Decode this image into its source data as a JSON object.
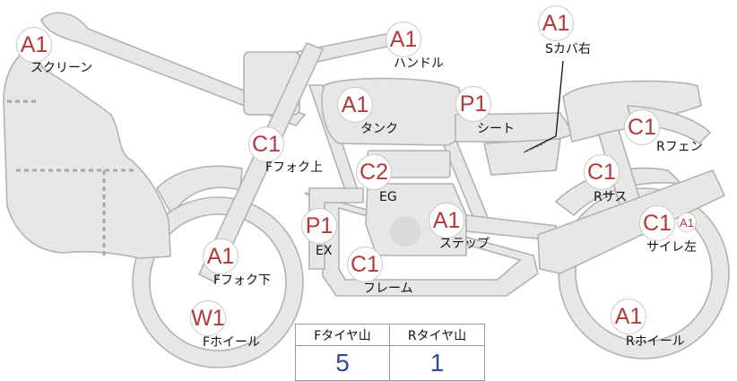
{
  "parts": [
    {
      "id": "screen",
      "grade": "A1",
      "label": "スクリーン"
    },
    {
      "id": "handle",
      "grade": "A1",
      "label": "ハンドル"
    },
    {
      "id": "s-cover-r",
      "grade": "A1",
      "label": "Sカバ右"
    },
    {
      "id": "tank",
      "grade": "A1",
      "label": "タンク"
    },
    {
      "id": "seat",
      "grade": "P1",
      "label": "シート"
    },
    {
      "id": "r-fender",
      "grade": "C1",
      "label": "Rフェン"
    },
    {
      "id": "f-fork-upper",
      "grade": "C1",
      "label": "Fフォク上"
    },
    {
      "id": "engine",
      "grade": "C2",
      "label": "EG"
    },
    {
      "id": "r-sus",
      "grade": "C1",
      "label": "Rサス"
    },
    {
      "id": "exhaust",
      "grade": "P1",
      "label": "EX"
    },
    {
      "id": "step",
      "grade": "A1",
      "label": "ステップ"
    },
    {
      "id": "silencer-l",
      "grade": "C1",
      "grade2": "A1",
      "label": "サイレ左"
    },
    {
      "id": "f-fork-lower",
      "grade": "A1",
      "label": "Fフォク下"
    },
    {
      "id": "frame",
      "grade": "C1",
      "label": "フレーム"
    },
    {
      "id": "f-wheel",
      "grade": "W1",
      "label": "Fホイール"
    },
    {
      "id": "r-wheel",
      "grade": "A1",
      "label": "Rホイール"
    }
  ],
  "tire_table": {
    "headers": [
      "Fタイヤ山",
      "Rタイヤ山"
    ],
    "values": [
      "5",
      "1"
    ]
  },
  "colors": {
    "part_fill": "#e7e7e5",
    "part_stroke": "#b2b2b0",
    "grade_text": "#b23a3a",
    "table_value": "#2f4f8f"
  }
}
